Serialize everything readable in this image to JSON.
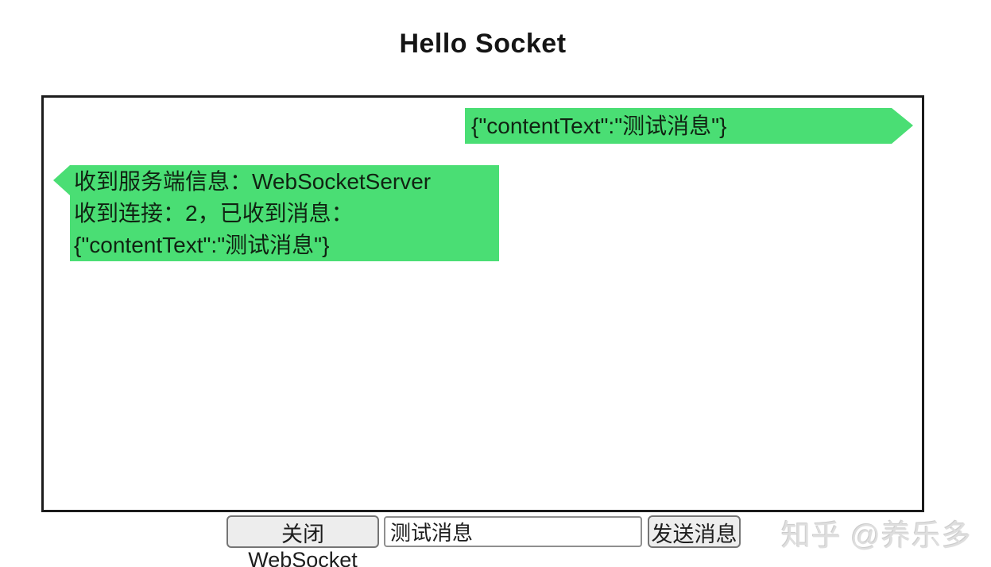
{
  "page": {
    "title": "Hello Socket"
  },
  "chat": {
    "sent_message": {
      "text": "{\"contentText\":\"测试消息\"}"
    },
    "received_message": {
      "lines": [
        "收到服务端信息：WebSocketServer",
        "收到连接：2，已收到消息：",
        "{\"contentText\":\"测试消息\"}"
      ]
    }
  },
  "controls": {
    "close_button": "关闭WebSocket",
    "message_input_value": "测试消息",
    "send_button": "发送消息"
  },
  "watermark": "知乎 @养乐多",
  "colors": {
    "bubble_green": "#4ade74"
  }
}
